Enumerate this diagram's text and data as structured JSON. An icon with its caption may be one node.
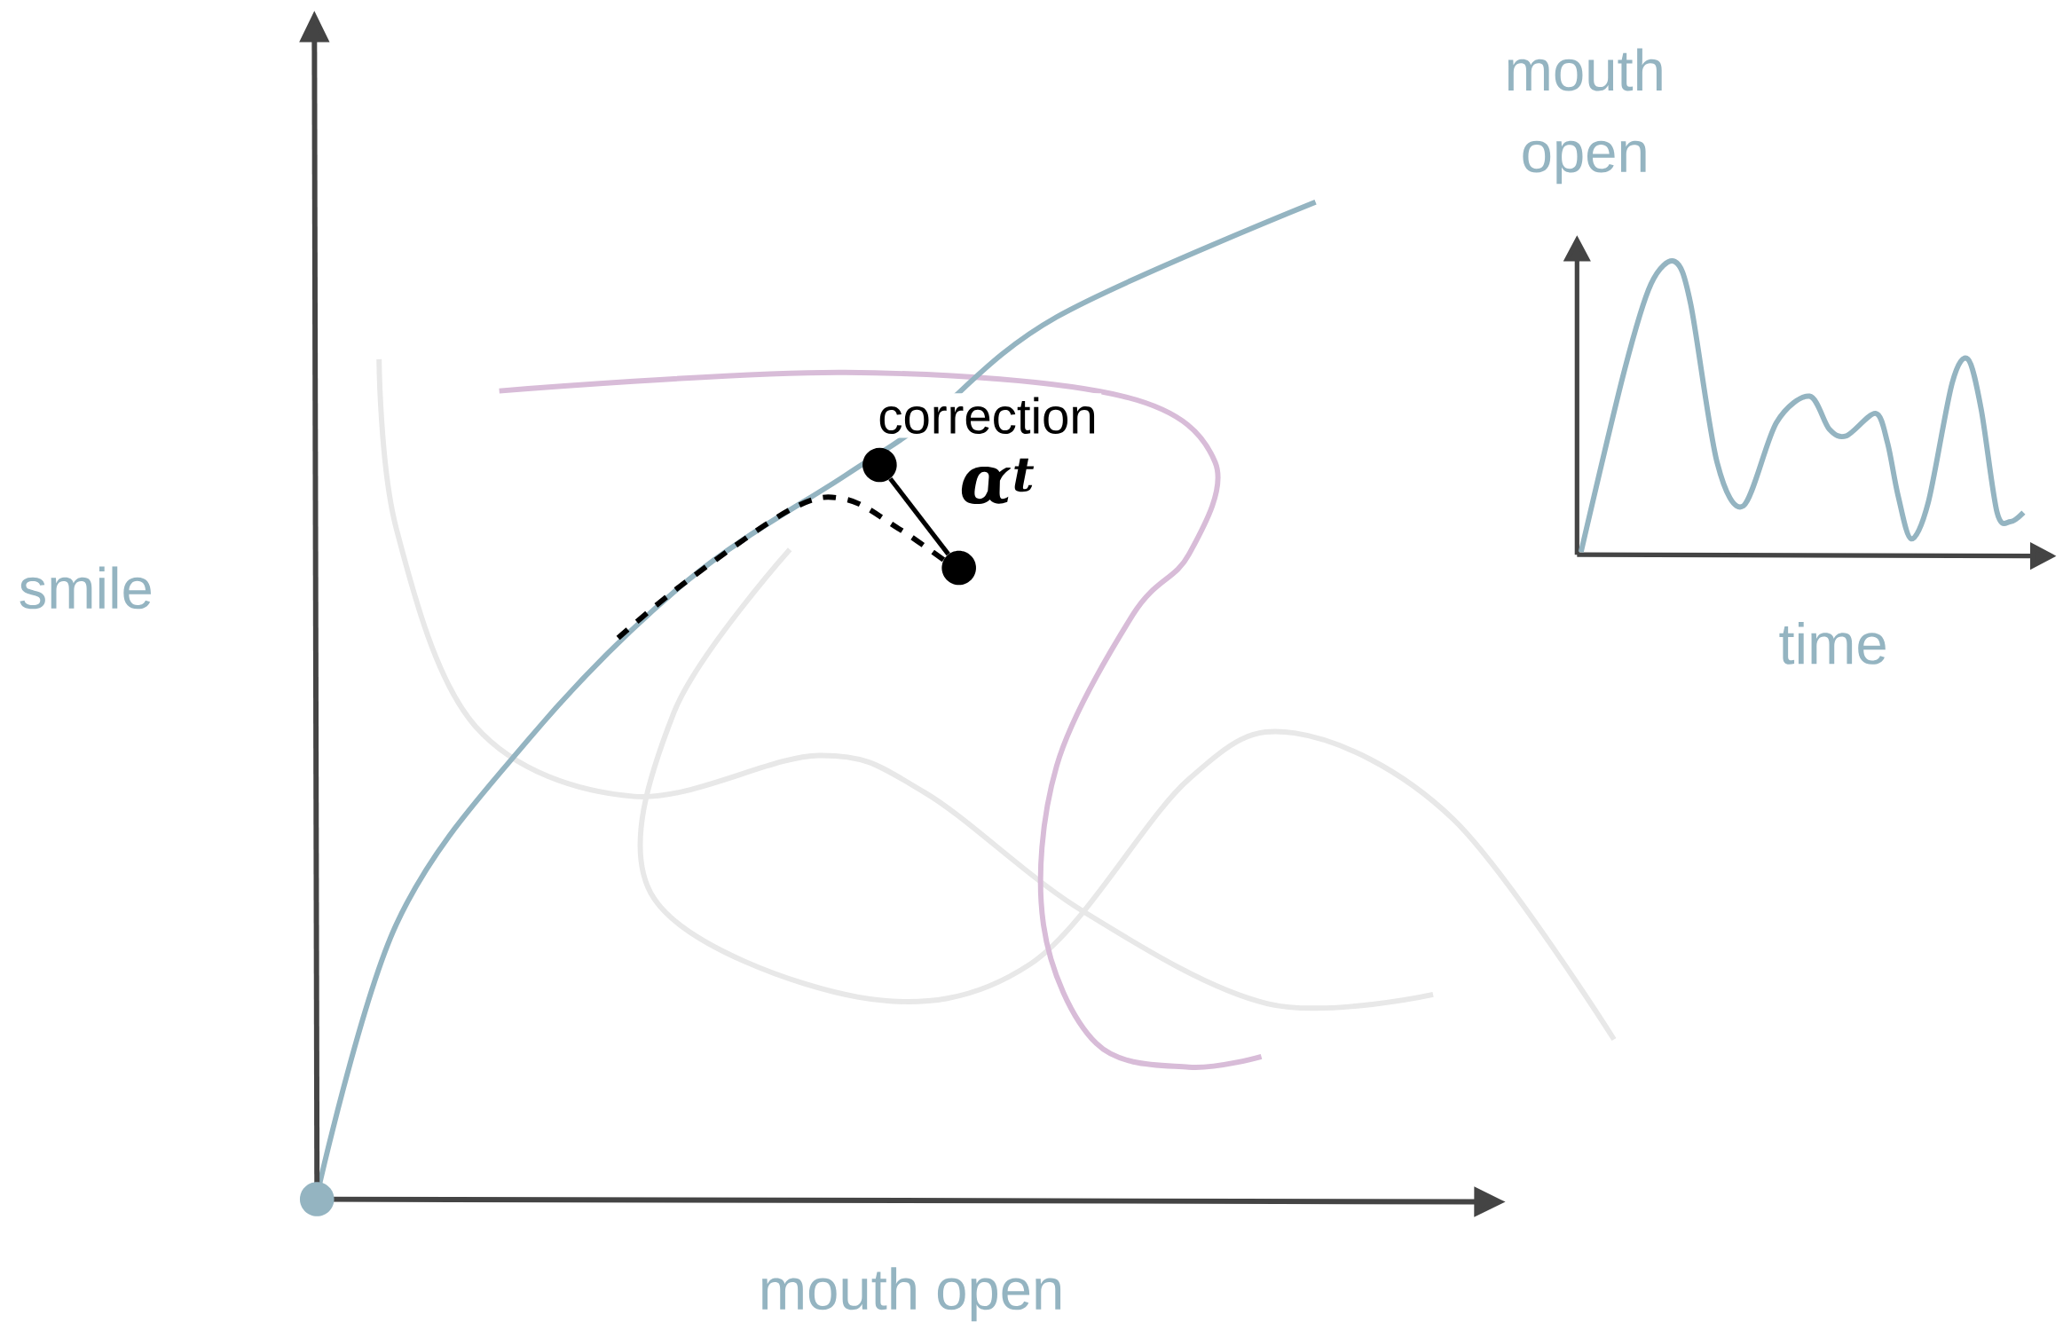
{
  "diagram": {
    "nodes": [
      {
        "text": [],
        "shape": "circle"
      },
      {
        "text": [],
        "shape": "circle"
      },
      {
        "text": [],
        "shape": "circle"
      }
    ],
    "edges": [
      {
        "from": 1,
        "to": 2,
        "arrow": "none",
        "label": "correction"
      }
    ],
    "labels": [
      "smile",
      "mouth open",
      "mouth open",
      "time",
      "α$^{t}$"
    ]
  }
}
